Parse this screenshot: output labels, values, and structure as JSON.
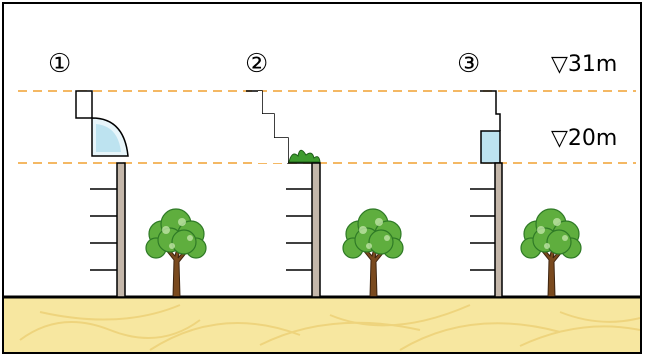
{
  "panels": [
    {
      "marker": "①"
    },
    {
      "marker": "②"
    },
    {
      "marker": "③"
    }
  ],
  "levels": [
    {
      "label": "▽31m",
      "meters": 31
    },
    {
      "label": "▽20m",
      "meters": 20
    }
  ],
  "colors": {
    "guide_line": "#F0A030",
    "ground": "#F7E7A0",
    "ground_line": "#000000",
    "wall_shadow": "#C4B7AA",
    "glass": "#BDE3F0",
    "foliage": "#5FAE3E",
    "foliage_dark": "#2F7A26",
    "trunk": "#7A4A1E",
    "plant": "#3E9B2E"
  }
}
